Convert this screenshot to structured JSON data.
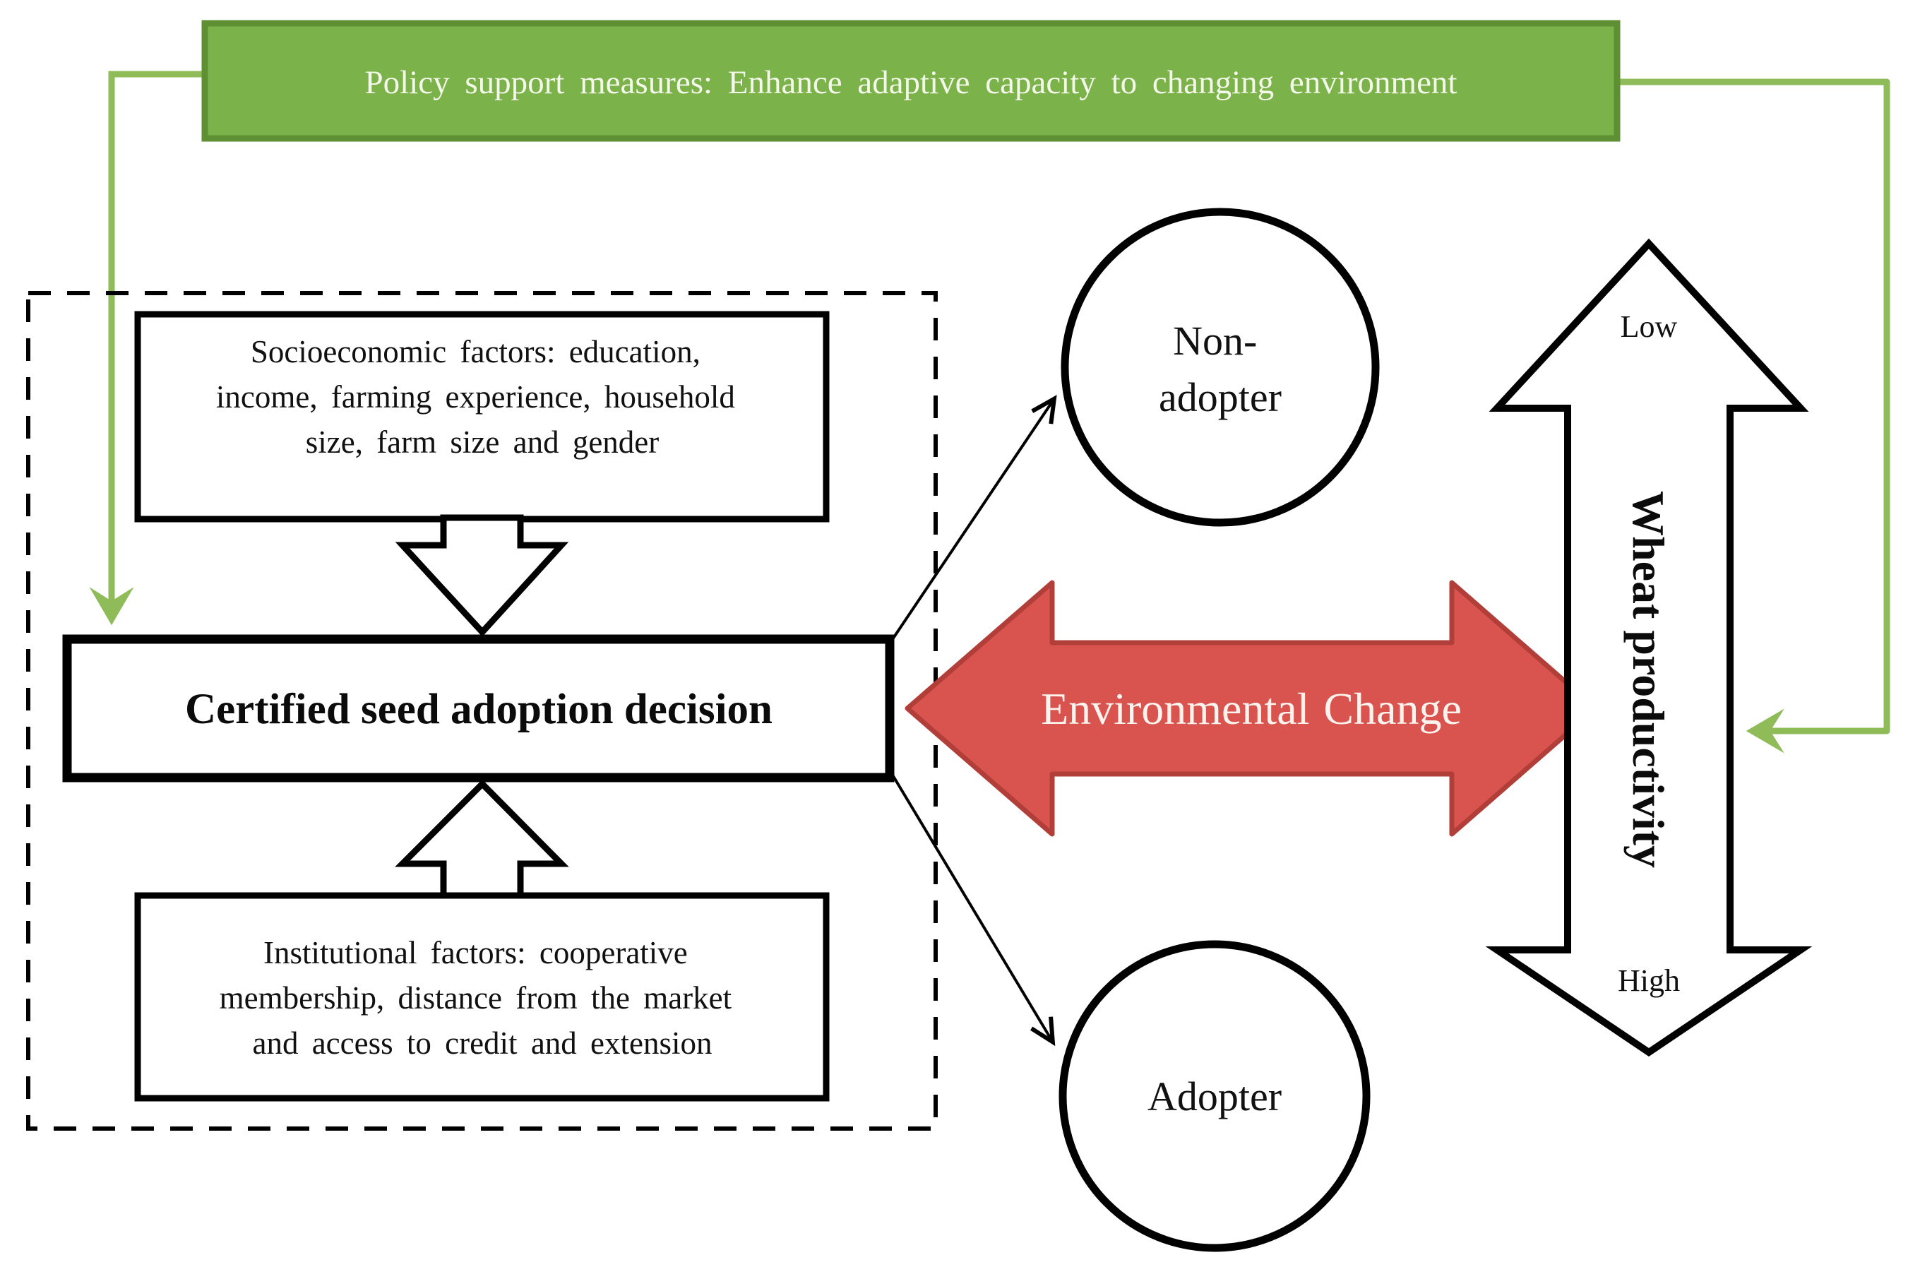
{
  "policy_banner": {
    "label": "Policy support measures: Enhance adaptive capacity to changing environment"
  },
  "factor_boxes": {
    "socioeconomic": {
      "line1": "Socioeconomic factors: education,",
      "line2": "income,  farming experience, household",
      "line3": "size, farm size and gender"
    },
    "institutional": {
      "line1": "Institutional factors: cooperative",
      "line2": "membership, distance from the market",
      "line3": "and access to credit and  extension"
    }
  },
  "decision_box": {
    "label": "Certified seed adoption decision"
  },
  "outcome_circles": {
    "non_adopter": {
      "line1": "Non-",
      "line2": "adopter"
    },
    "adopter": {
      "label": "Adopter"
    }
  },
  "environmental_change_arrow": {
    "label": "Environmental Change"
  },
  "wheat_productivity_arrow": {
    "label": "Wheat productivity",
    "top_label": "Low",
    "bottom_label": "High"
  },
  "colors": {
    "banner_fill": "#7cb24a",
    "banner_border": "#5e8f33",
    "connector_green": "#8fbb59",
    "red_fill": "#d9544f",
    "red_border": "#b23e3a",
    "outline_black": "#000000"
  }
}
